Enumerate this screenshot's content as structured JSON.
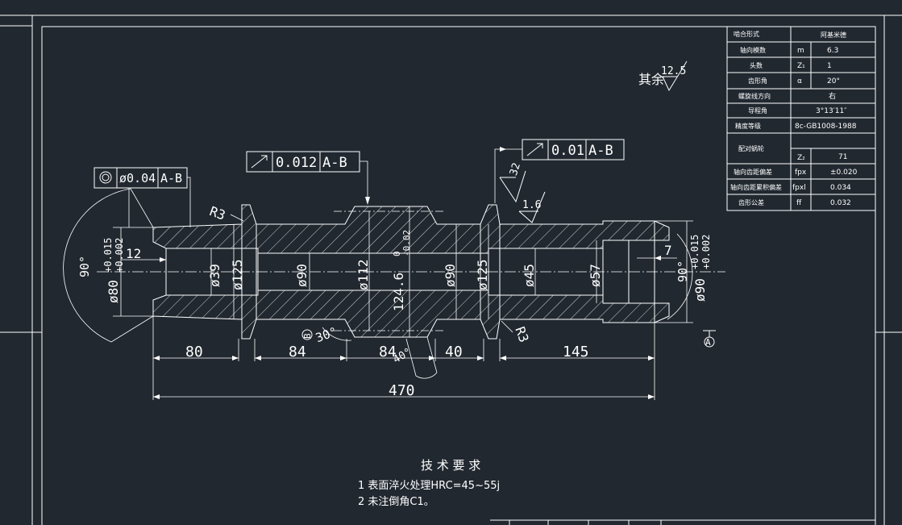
{
  "colors": {
    "background": "#212830",
    "line": "#ffffff"
  },
  "param_table": {
    "rows": [
      {
        "name": "啮合形式",
        "sym": "",
        "val": "阿基米德"
      },
      {
        "name": "轴向模数",
        "sym": "m",
        "val": "6.3"
      },
      {
        "name": "头数",
        "sym": "Z₁",
        "val": "1"
      },
      {
        "name": "齿形角",
        "sym": "α",
        "val": "20°"
      },
      {
        "name": "螺旋线方向",
        "sym": "",
        "val": "右"
      },
      {
        "name": "导程角",
        "sym": "",
        "val": "3°13′11″"
      },
      {
        "name": "精度等级",
        "sym": "",
        "val": "8c-GB1008-1988"
      },
      {
        "name": "配对蜗轮",
        "sym": "",
        "val": ""
      },
      {
        "name": "",
        "sym": "Z₂",
        "val": "71"
      },
      {
        "name": "轴向齿距偏差",
        "sym": "fpx",
        "val": "±0.020"
      },
      {
        "name": "轴向齿距累积偏差",
        "sym": "fpxl",
        "val": "0.034"
      },
      {
        "name": "齿形公差",
        "sym": "ff",
        "val": "0.032"
      }
    ]
  },
  "roughness": {
    "prefix": "其余",
    "value": "12.5"
  },
  "tolerance_frames": {
    "concentricity": {
      "value": "ø0.04",
      "datum": "A-B"
    },
    "runout_left": {
      "value": "0.012",
      "datum": "A-B"
    },
    "runout_right": {
      "value": "0.01",
      "datum": "A-B"
    }
  },
  "annotations": {
    "r3_left": "R3",
    "r3_right": "R3",
    "ra32": "32",
    "ra16": "1.6",
    "ang30": "30°",
    "ang40": "40°",
    "angle_left": "90°",
    "angle_right": "90°",
    "datum_b": "B",
    "datum_a": "A"
  },
  "diameters": {
    "d80": "ø80",
    "d80_tol_up": "+0.015",
    "d80_tol_dn": "+0.002",
    "d39": "ø39",
    "d125a": "ø125",
    "d90a": "ø90",
    "d112": "ø112",
    "d124": "124.6",
    "d124_tol_up": "0",
    "d124_tol_dn": "-0.02",
    "d90b": "ø90",
    "d125b": "ø125",
    "d45": "ø45",
    "d57": "ø57",
    "d90c": "ø90",
    "d90c_tol_up": "+0.015",
    "d90c_tol_dn": "+0.002"
  },
  "lengths": {
    "l12": "12",
    "l7": "7",
    "l80": "80",
    "l84a": "84",
    "l84b": "84",
    "l40": "40",
    "l145": "145",
    "l470": "470"
  },
  "tech_requirements": {
    "title": "技 术 要 求",
    "items": [
      "1  表面淬火处理HRC=45~55j",
      "2  未注倒角C1。"
    ]
  }
}
